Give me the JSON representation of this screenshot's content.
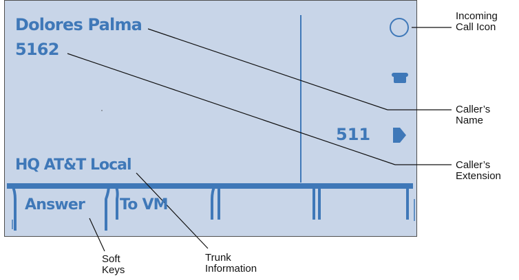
{
  "display": {
    "caller_name": "Dolores Palma",
    "caller_extension": "5162",
    "line_number": "511",
    "trunk_info": "HQ AT&T Local",
    "softkeys": [
      "Answer",
      "To VM",
      "",
      ""
    ]
  },
  "icons": {
    "incoming_call": "circle-icon",
    "line_status": "phone-icon",
    "line_active": "arrow-right-icon"
  },
  "callouts": {
    "incoming_call_icon": "Incoming\nCall Icon",
    "callers_name": "Caller’s\nName",
    "callers_extension": "Caller’s\nExtension",
    "soft_keys": "Soft\nKeys",
    "trunk_information": "Trunk\nInformation"
  },
  "colors": {
    "lcd_background": "#c8d5e8",
    "lcd_text": "#3f78b8"
  }
}
